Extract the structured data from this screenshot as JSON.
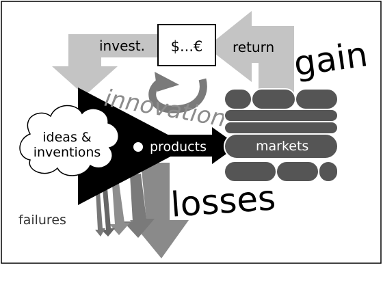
{
  "diagram": {
    "money_box": "$...€",
    "invest": "invest.",
    "return": "return",
    "gain": "gain",
    "innovation": "innovation",
    "ideas_line1": "ideas &",
    "ideas_line2": "inventions",
    "products": "products",
    "markets": "markets",
    "losses": "losses",
    "failures": "failures"
  },
  "colors": {
    "black": "#000000",
    "dark_gray": "#4d4d4d",
    "mid_gray": "#808080",
    "light_gray": "#c0c0c0",
    "innovation_gray": "#8c8c8c",
    "white": "#ffffff"
  }
}
